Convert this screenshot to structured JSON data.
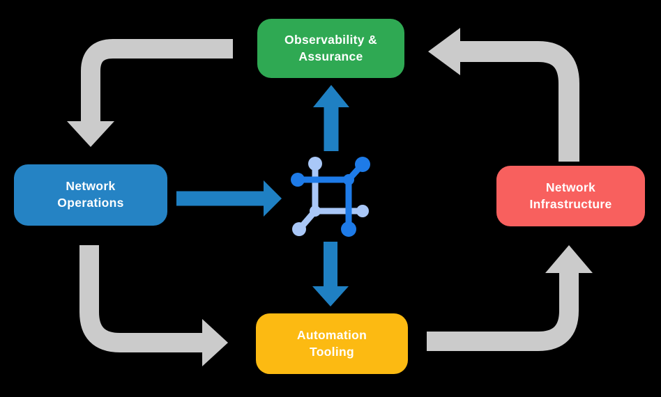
{
  "colors": {
    "background": "#000000",
    "cycle_arrow_gray": "#cbcbcb",
    "flow_arrow_blue": "#1f80c3",
    "icon_blue_dark": "#1e7be8",
    "icon_blue_light": "#a9c7f7",
    "label_text": "#ffffff"
  },
  "diagram": {
    "nodes": [
      {
        "id": "observability",
        "lines": [
          "Observability &",
          "Assurance"
        ],
        "color": "#2fa953"
      },
      {
        "id": "operations",
        "lines": [
          "Network",
          "Operations"
        ],
        "color": "#2583c4"
      },
      {
        "id": "infrastructure",
        "lines": [
          "Network",
          "Infrastructure"
        ],
        "color": "#f8605e"
      },
      {
        "id": "automation",
        "lines": [
          "Automation",
          "Tooling"
        ],
        "color": "#fcba12"
      }
    ],
    "center_icon": "network-mesh-icon",
    "cycle_arrows": [
      {
        "from": "observability",
        "to": "operations",
        "points": "down"
      },
      {
        "from": "operations",
        "to": "automation",
        "points": "right"
      },
      {
        "from": "automation",
        "to": "infrastructure",
        "points": "up"
      },
      {
        "from": "infrastructure",
        "to": "observability",
        "points": "left"
      }
    ],
    "flow_arrows": [
      {
        "from": "operations",
        "to": "center",
        "points": "right"
      },
      {
        "from": "center",
        "to": "observability",
        "points": "up"
      },
      {
        "from": "center",
        "to": "automation",
        "points": "down"
      }
    ]
  }
}
